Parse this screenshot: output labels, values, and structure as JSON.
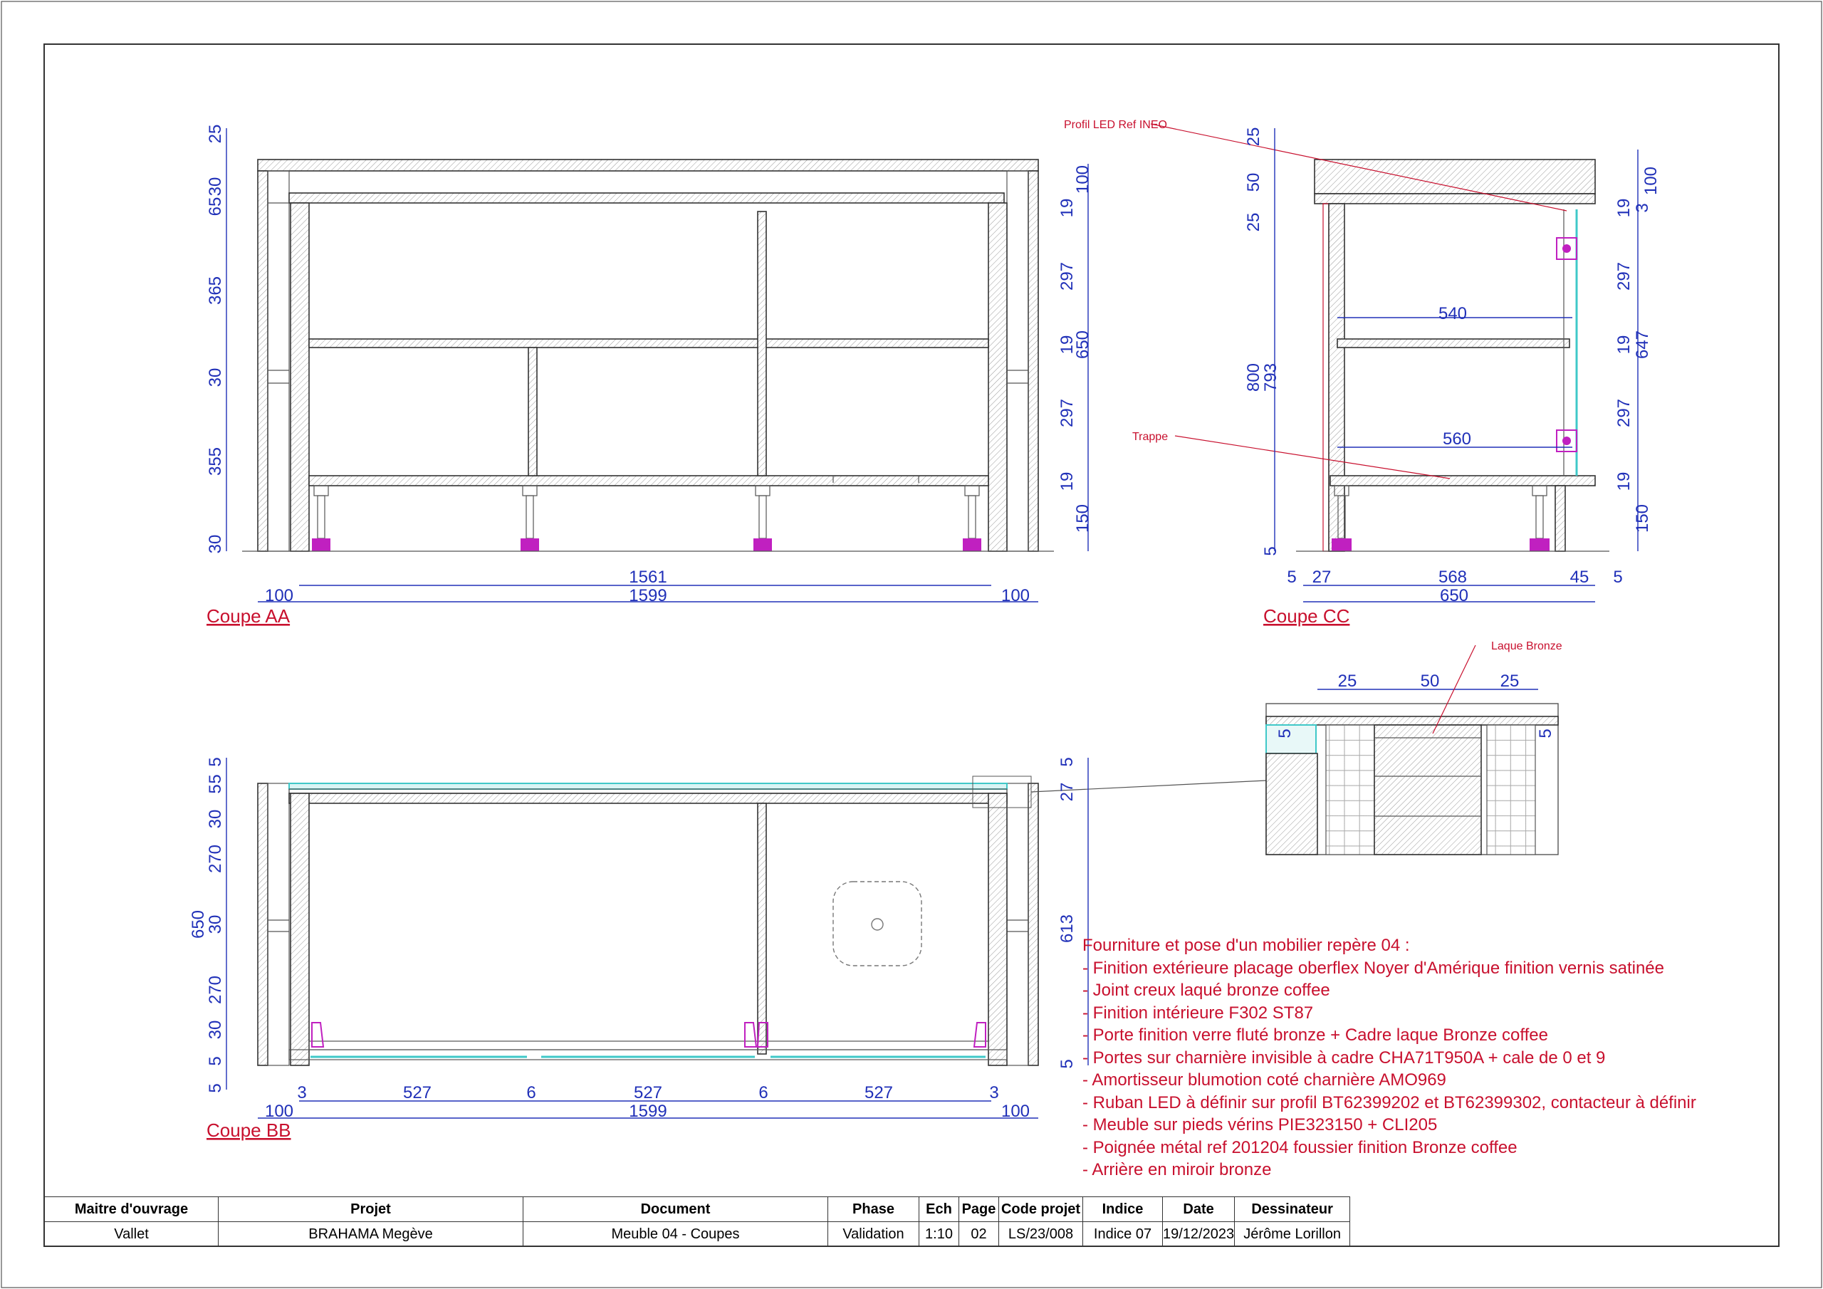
{
  "views": {
    "aa": {
      "label": "Coupe AA",
      "left_dims": [
        "25",
        "30",
        "65",
        "365",
        "30",
        "355",
        "30"
      ],
      "right_dims": [
        "100",
        "19",
        "297",
        "19",
        "650",
        "297",
        "19",
        "150"
      ],
      "bottom_dims": [
        "1561",
        "100",
        "1599",
        "100"
      ]
    },
    "cc": {
      "label": "Coupe CC",
      "callouts": [
        "Profil LED Ref INEO",
        "Trappe"
      ],
      "left_dims": [
        "25",
        "50",
        "25",
        "800",
        "793",
        "5"
      ],
      "right_dims": [
        "100",
        "19",
        "3",
        "297",
        "19",
        "647",
        "297",
        "19",
        "150"
      ],
      "inner_dims": [
        "540",
        "560"
      ],
      "bottom_dims": [
        "5",
        "27",
        "568",
        "45",
        "5",
        "650"
      ]
    },
    "bb": {
      "label": "Coupe BB",
      "left_dims": [
        "5",
        "5",
        "5",
        "30",
        "270",
        "650",
        "30",
        "270",
        "30",
        "5",
        "5"
      ],
      "right_dims": [
        "5",
        "27",
        "613",
        "5"
      ],
      "bottom_dims": [
        "3",
        "527",
        "6",
        "527",
        "6",
        "527",
        "3",
        "100",
        "1599",
        "100"
      ]
    },
    "detail": {
      "callout": "Laque Bronze",
      "top_dims": [
        "25",
        "50",
        "25"
      ],
      "side_dims": [
        "5",
        "5"
      ]
    }
  },
  "notes": [
    "Fourniture et pose d'un mobilier repère 04 :",
    "- Finition extérieure placage oberflex Noyer d'Amérique finition vernis satinée",
    "- Joint creux laqué bronze coffee",
    "- Finition intérieure F302 ST87",
    "- Porte finition verre fluté bronze + Cadre laque Bronze coffee",
    "- Portes sur charnière invisible à cadre CHA71T950A + cale de 0 et 9",
    "- Amortisseur blumotion coté charnière AMO969",
    "- Ruban LED à définir sur profil BT62399202 et BT62399302, contacteur à définir",
    "- Meuble sur pieds vérins PIE323150 + CLI205",
    "- Poignée métal ref 201204 foussier finition Bronze coffee",
    "- Arrière en miroir bronze"
  ],
  "title_block": {
    "headers": [
      "Maitre d'ouvrage",
      "Projet",
      "Document",
      "Phase",
      "Ech",
      "Page",
      "Code projet",
      "Indice",
      "Date",
      "Dessinateur"
    ],
    "values": [
      "Vallet",
      "BRAHAMA Megève",
      "Meuble 04 - Coupes",
      "Validation",
      "1:10",
      "02",
      "LS/23/008",
      "Indice 07",
      "19/12/2023",
      "Jérôme Lorillon"
    ]
  },
  "colors": {
    "dimension": "#2030b8",
    "annotation": "#c8102e",
    "led": "#3fc8c8",
    "hardware": "#c020c0"
  }
}
